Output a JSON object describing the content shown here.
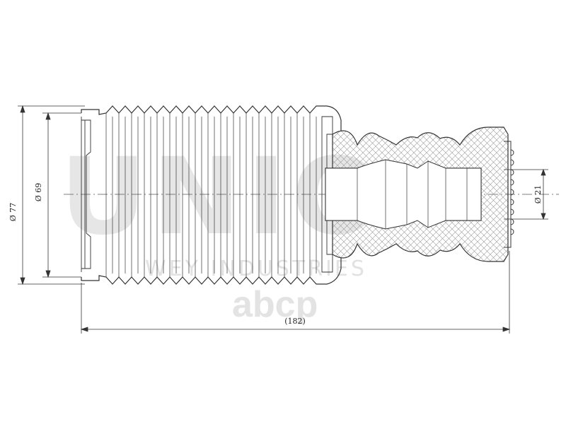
{
  "drawing": {
    "dimensions": {
      "outer_diameter": "Ø 77",
      "inner_diameter": "Ø 69",
      "bore_diameter": "Ø 21",
      "overall_length": "(182)"
    },
    "watermarks": {
      "brand": "UNIO",
      "subtitle": "WEY INDUSTRIES",
      "store": "abcp"
    },
    "colors": {
      "line": "#333333",
      "watermark": "#e4e4e4",
      "background": "#ffffff"
    }
  }
}
